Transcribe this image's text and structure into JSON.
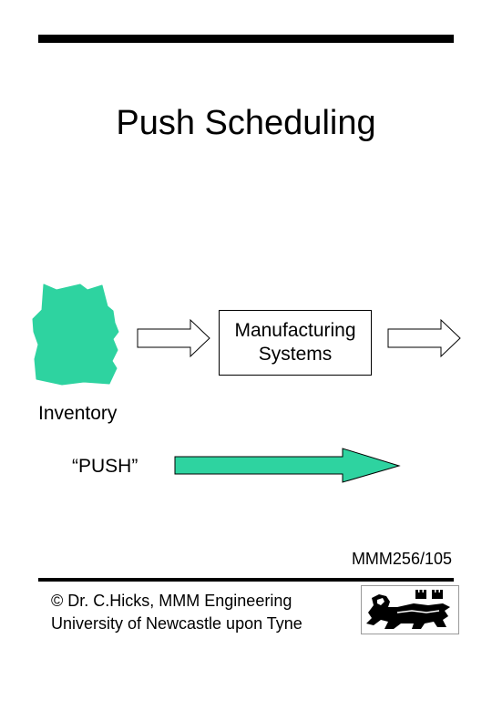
{
  "slide": {
    "title": "Push Scheduling",
    "code": "MMM256/105"
  },
  "diagram": {
    "process_line1": "Manufacturing",
    "process_line2": "Systems",
    "inventory_label": "Inventory",
    "push_label": "“PUSH”"
  },
  "footer": {
    "copyright_symbol": "©",
    "line1": "Dr. C.Hicks, MMM Engineering",
    "line2": "University of Newcastle upon Tyne"
  },
  "colors": {
    "inventory_fill": "#2ed3a0",
    "push_arrow_fill": "#2ed3a0",
    "line": "#000000"
  }
}
